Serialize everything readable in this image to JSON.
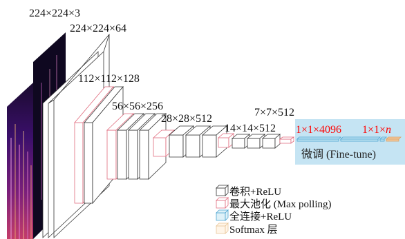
{
  "labels": {
    "input": "224×224×3",
    "conv1": "224×224×64",
    "conv2": "112×112×128",
    "conv3": "56×56×256",
    "conv4": "28×28×512",
    "conv5": "14×14×512",
    "pool5": "7×7×512",
    "fc1": "1×1×4096",
    "fc2_prefix": "1×1×",
    "fc2_n": "n"
  },
  "finetune": {
    "label": "微调 (Fine-tune)"
  },
  "legend": [
    {
      "label": "卷积+ReLU",
      "color": "#ffffff",
      "stroke": "#333333"
    },
    {
      "label": "最大池化 (Max polling)",
      "color": "#ffffff",
      "stroke": "#e06a7c"
    },
    {
      "label": "全连接+ReLU",
      "color": "#dff1f8",
      "stroke": "#4aa3d0"
    },
    {
      "label": "Softmax 层",
      "color": "#fff5e8",
      "stroke": "#e8c596"
    }
  ],
  "colors": {
    "conv_stroke": "#333333",
    "pool_stroke": "#e06a7c",
    "fc_stroke": "#4aa3d0",
    "fc_fill": "#bfe3f2",
    "softmax_fill": "#f3c79a",
    "finetune_bg": "#c5e4f3",
    "highlight_text": "#ff0000"
  }
}
